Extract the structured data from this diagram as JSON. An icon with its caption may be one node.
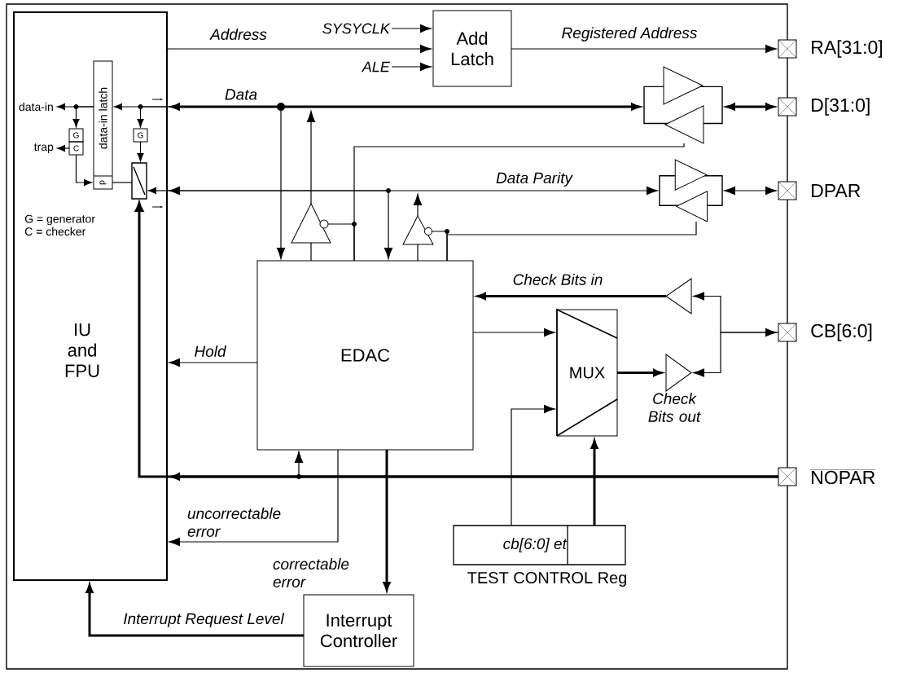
{
  "diagram": {
    "nodes": [
      {
        "text": [
          "IU and FPU"
        ]
      },
      {
        "text": [
          "data-in latch",
          "p"
        ],
        "in": 0
      },
      {
        "text": [
          "G"
        ],
        "in": 0
      },
      {
        "text": [
          "C"
        ],
        "in": 0
      },
      {
        "text": [
          "G"
        ],
        "in": 0
      },
      {
        "text": [],
        "shape": "box",
        "in": 0
      },
      {
        "text": [
          "data-in"
        ],
        "in": 0
      },
      {
        "text": [
          "trap"
        ],
        "in": 0
      },
      {
        "text": [
          "Add Latch"
        ]
      },
      {
        "text": [
          "SYSYCLK"
        ]
      },
      {
        "text": [
          "ALE"
        ]
      },
      {
        "text": [
          "EDAC"
        ]
      },
      {
        "text": [
          "MUX"
        ]
      },
      {
        "text": [
          "Interrupt Controller"
        ]
      },
      {
        "text": [
          "cb[6:0] et",
          "TEST CONTROL Reg"
        ]
      },
      {
        "text": [],
        "shape": "box",
        "beside": [
          "RA[31:0]"
        ]
      },
      {
        "text": [],
        "shape": "box",
        "beside": [
          "D[31:0]"
        ]
      },
      {
        "text": [],
        "shape": "box",
        "beside": [
          "DPAR"
        ]
      },
      {
        "text": [],
        "shape": "box",
        "beside": [
          "CB[6:0]"
        ]
      },
      {
        "text": [],
        "shape": "box",
        "beside": [
          "NOPAR"
        ]
      },
      {
        "text": [],
        "shape": "triangle"
      },
      {
        "text": [],
        "shape": "triangle"
      },
      {
        "text": [],
        "shape": "triangle"
      },
      {
        "text": [],
        "shape": "triangle"
      },
      {
        "text": [],
        "shape": "triangle"
      },
      {
        "text": [],
        "shape": "triangle"
      }
    ],
    "edges": [
      {
        "from": 0,
        "to": 8,
        "arrow": "to",
        "label": "Address"
      },
      {
        "from": 9,
        "to": 8,
        "arrow": "to"
      },
      {
        "from": 10,
        "to": 8,
        "arrow": "to"
      },
      {
        "from": 8,
        "to": 15,
        "arrow": "to",
        "label": "Registered Address"
      },
      {
        "from": 0,
        "to": 20,
        "arrow": "both",
        "label": "Data",
        "style": "thick"
      },
      {
        "from": 20,
        "to": 16,
        "arrow": "both",
        "style": "thick"
      },
      {
        "from": 0,
        "to": 21,
        "arrow": "both",
        "label": "Data Parity"
      },
      {
        "from": 21,
        "to": 17,
        "arrow": "both"
      },
      {
        "from": 0,
        "to": 11,
        "arrow": "to"
      },
      {
        "from": 24,
        "to": null,
        "arrow": "to"
      },
      {
        "from": 11,
        "to": 24,
        "arrow": "none"
      },
      {
        "from": 24,
        "to": 11,
        "arrow": "none"
      },
      {
        "from": 11,
        "to": 20,
        "arrow": "none"
      },
      {
        "from": 0,
        "to": 11,
        "arrow": "to"
      },
      {
        "from": 25,
        "to": null,
        "arrow": "to"
      },
      {
        "from": 11,
        "to": 25,
        "arrow": "none"
      },
      {
        "from": 25,
        "to": 11,
        "arrow": "none"
      },
      {
        "from": 11,
        "to": 21,
        "arrow": "none"
      },
      {
        "from": 22,
        "to": 11,
        "arrow": "to",
        "label": "Check Bits in",
        "style": "thick"
      },
      {
        "from": 18,
        "to": 22,
        "arrow": "both"
      },
      {
        "from": 18,
        "to": 23,
        "arrow": "to"
      },
      {
        "from": 11,
        "to": 12,
        "arrow": "to"
      },
      {
        "from": 14,
        "to": 12,
        "arrow": "to"
      },
      {
        "from": 14,
        "to": 12,
        "arrow": "to",
        "style": "thick"
      },
      {
        "from": 12,
        "to": 23,
        "arrow": "to",
        "label": "Check Bits out",
        "style": "thick"
      },
      {
        "from": 11,
        "to": 0,
        "arrow": "to",
        "label": "Hold"
      },
      {
        "from": 19,
        "to": 0,
        "arrow": "to",
        "style": "thick"
      },
      {
        "from": 19,
        "to": 11,
        "arrow": "to"
      },
      {
        "from": 19,
        "to": 5,
        "arrow": "to",
        "style": "thick"
      },
      {
        "from": 11,
        "to": 0,
        "arrow": "to",
        "label": "uncorrectable error"
      },
      {
        "from": 11,
        "to": 13,
        "arrow": "to",
        "label": "correctable error",
        "style": "thick"
      },
      {
        "from": 13,
        "to": 0,
        "arrow": "to",
        "label": "Interrupt Request Level",
        "style": "thick"
      },
      {
        "from": 0,
        "to": 1,
        "arrow": "to"
      },
      {
        "from": 0,
        "to": 4,
        "arrow": "to"
      },
      {
        "from": 1,
        "to": 6,
        "arrow": "to"
      },
      {
        "from": 1,
        "to": 2,
        "arrow": "to"
      },
      {
        "from": 3,
        "to": 7,
        "arrow": "to"
      },
      {
        "from": 3,
        "to": 1,
        "arrow": "to"
      },
      {
        "from": 5,
        "to": 1,
        "arrow": "none"
      },
      {
        "from": 4,
        "to": 5,
        "arrow": "to"
      },
      {
        "from": 0,
        "to": 5,
        "arrow": "to"
      }
    ],
    "labels": [
      "G = generator",
      "C = checker"
    ]
  }
}
